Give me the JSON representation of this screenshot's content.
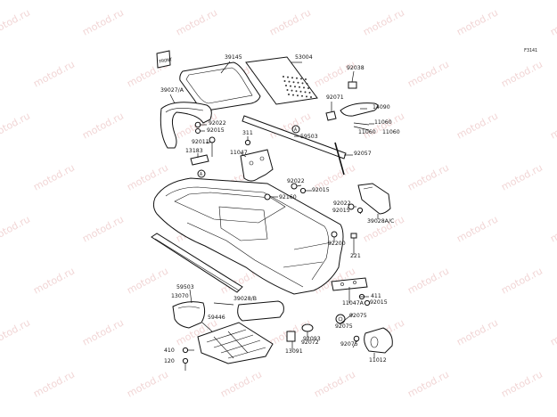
{
  "diagram_code": "F3141",
  "watermark_text": "motod.ru",
  "front_marker": "FRONT",
  "callout_letter": "A",
  "labels": [
    "39145",
    "53004",
    "92038",
    "39027/A",
    "92071",
    "14090",
    "92022",
    "92015",
    "11060",
    "11060",
    "11060",
    "59503",
    "311",
    "92011",
    "13183",
    "11047",
    "92057",
    "92022",
    "92015",
    "92160",
    "92022",
    "92015",
    "39028A/C",
    "92200",
    "221",
    "59503",
    "13070",
    "39028/B",
    "411",
    "11047A",
    "92015",
    "92075",
    "59446",
    "92093",
    "92072",
    "92075",
    "92075",
    "410",
    "120",
    "13091",
    "11012"
  ]
}
